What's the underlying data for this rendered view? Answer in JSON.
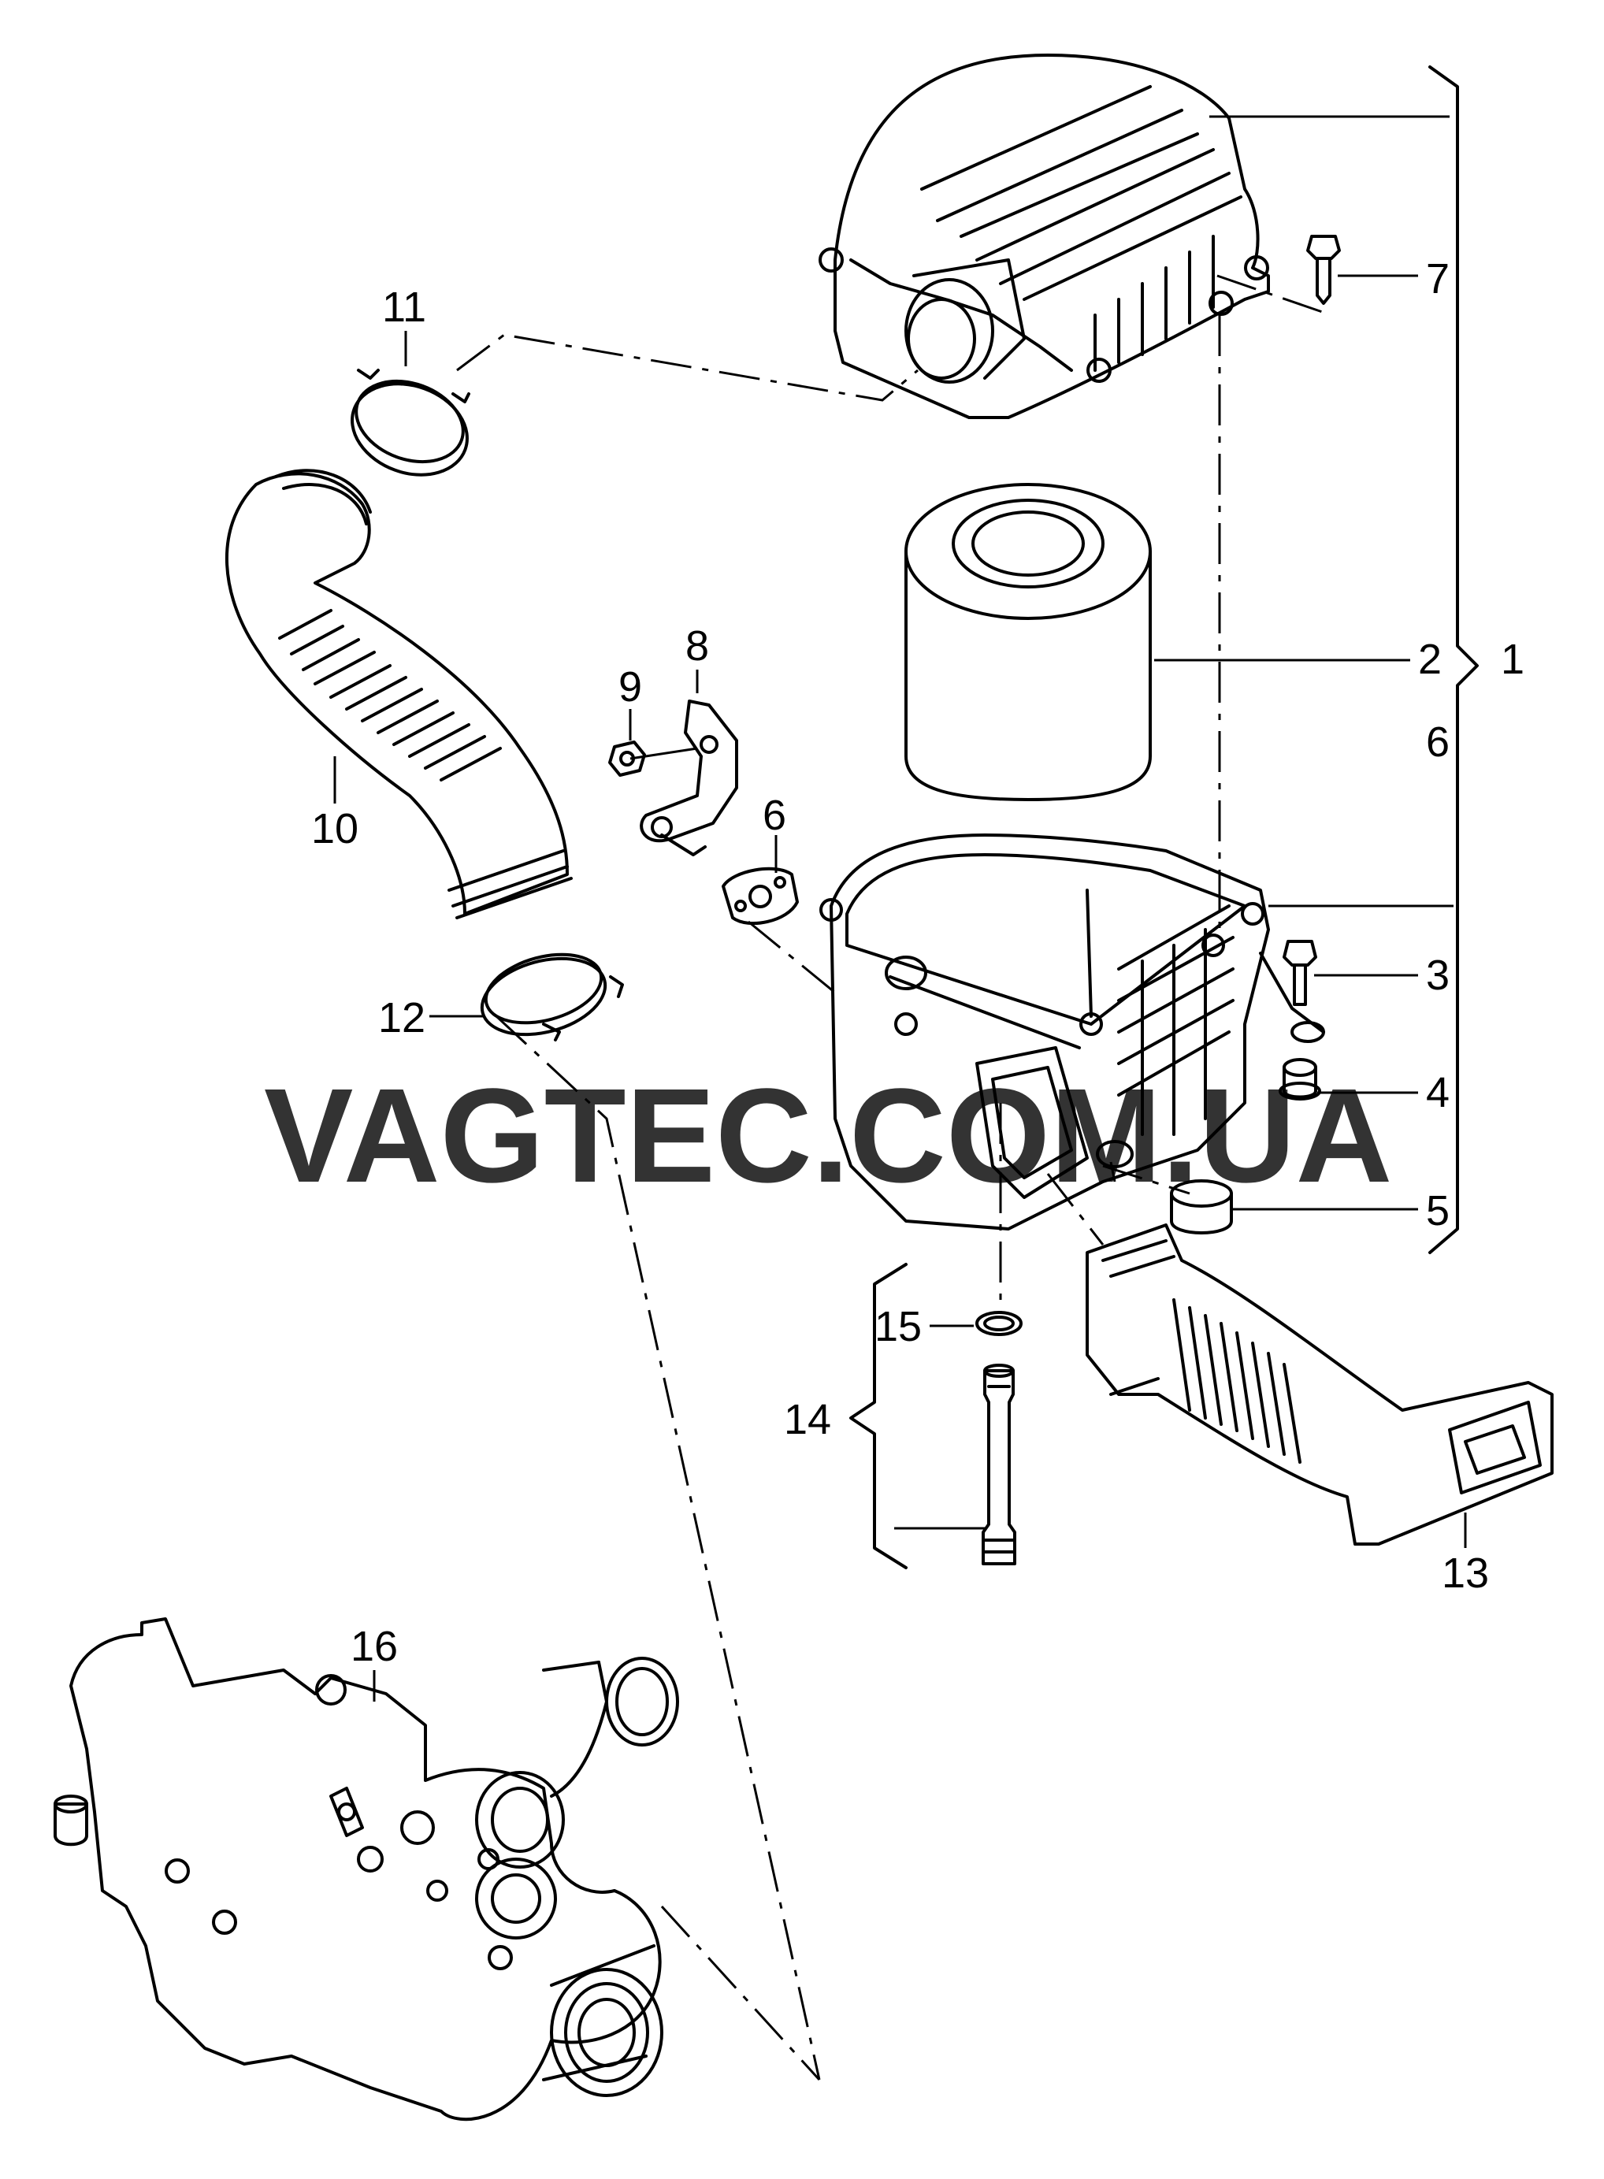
{
  "diagram": {
    "callouts": {
      "c1": "1",
      "c2": "2",
      "c3": "3",
      "c4": "4",
      "c5": "5",
      "c6a": "6",
      "c6b": "6",
      "c7": "7",
      "c8": "8",
      "c9": "9",
      "c10": "10",
      "c11": "11",
      "c12": "12",
      "c13": "13",
      "c14": "14",
      "c15": "15",
      "c16": "16"
    },
    "watermark": "VAGTEC.COM.UA",
    "colors": {
      "line": "#000000",
      "watermark": "#f48a8a"
    }
  }
}
